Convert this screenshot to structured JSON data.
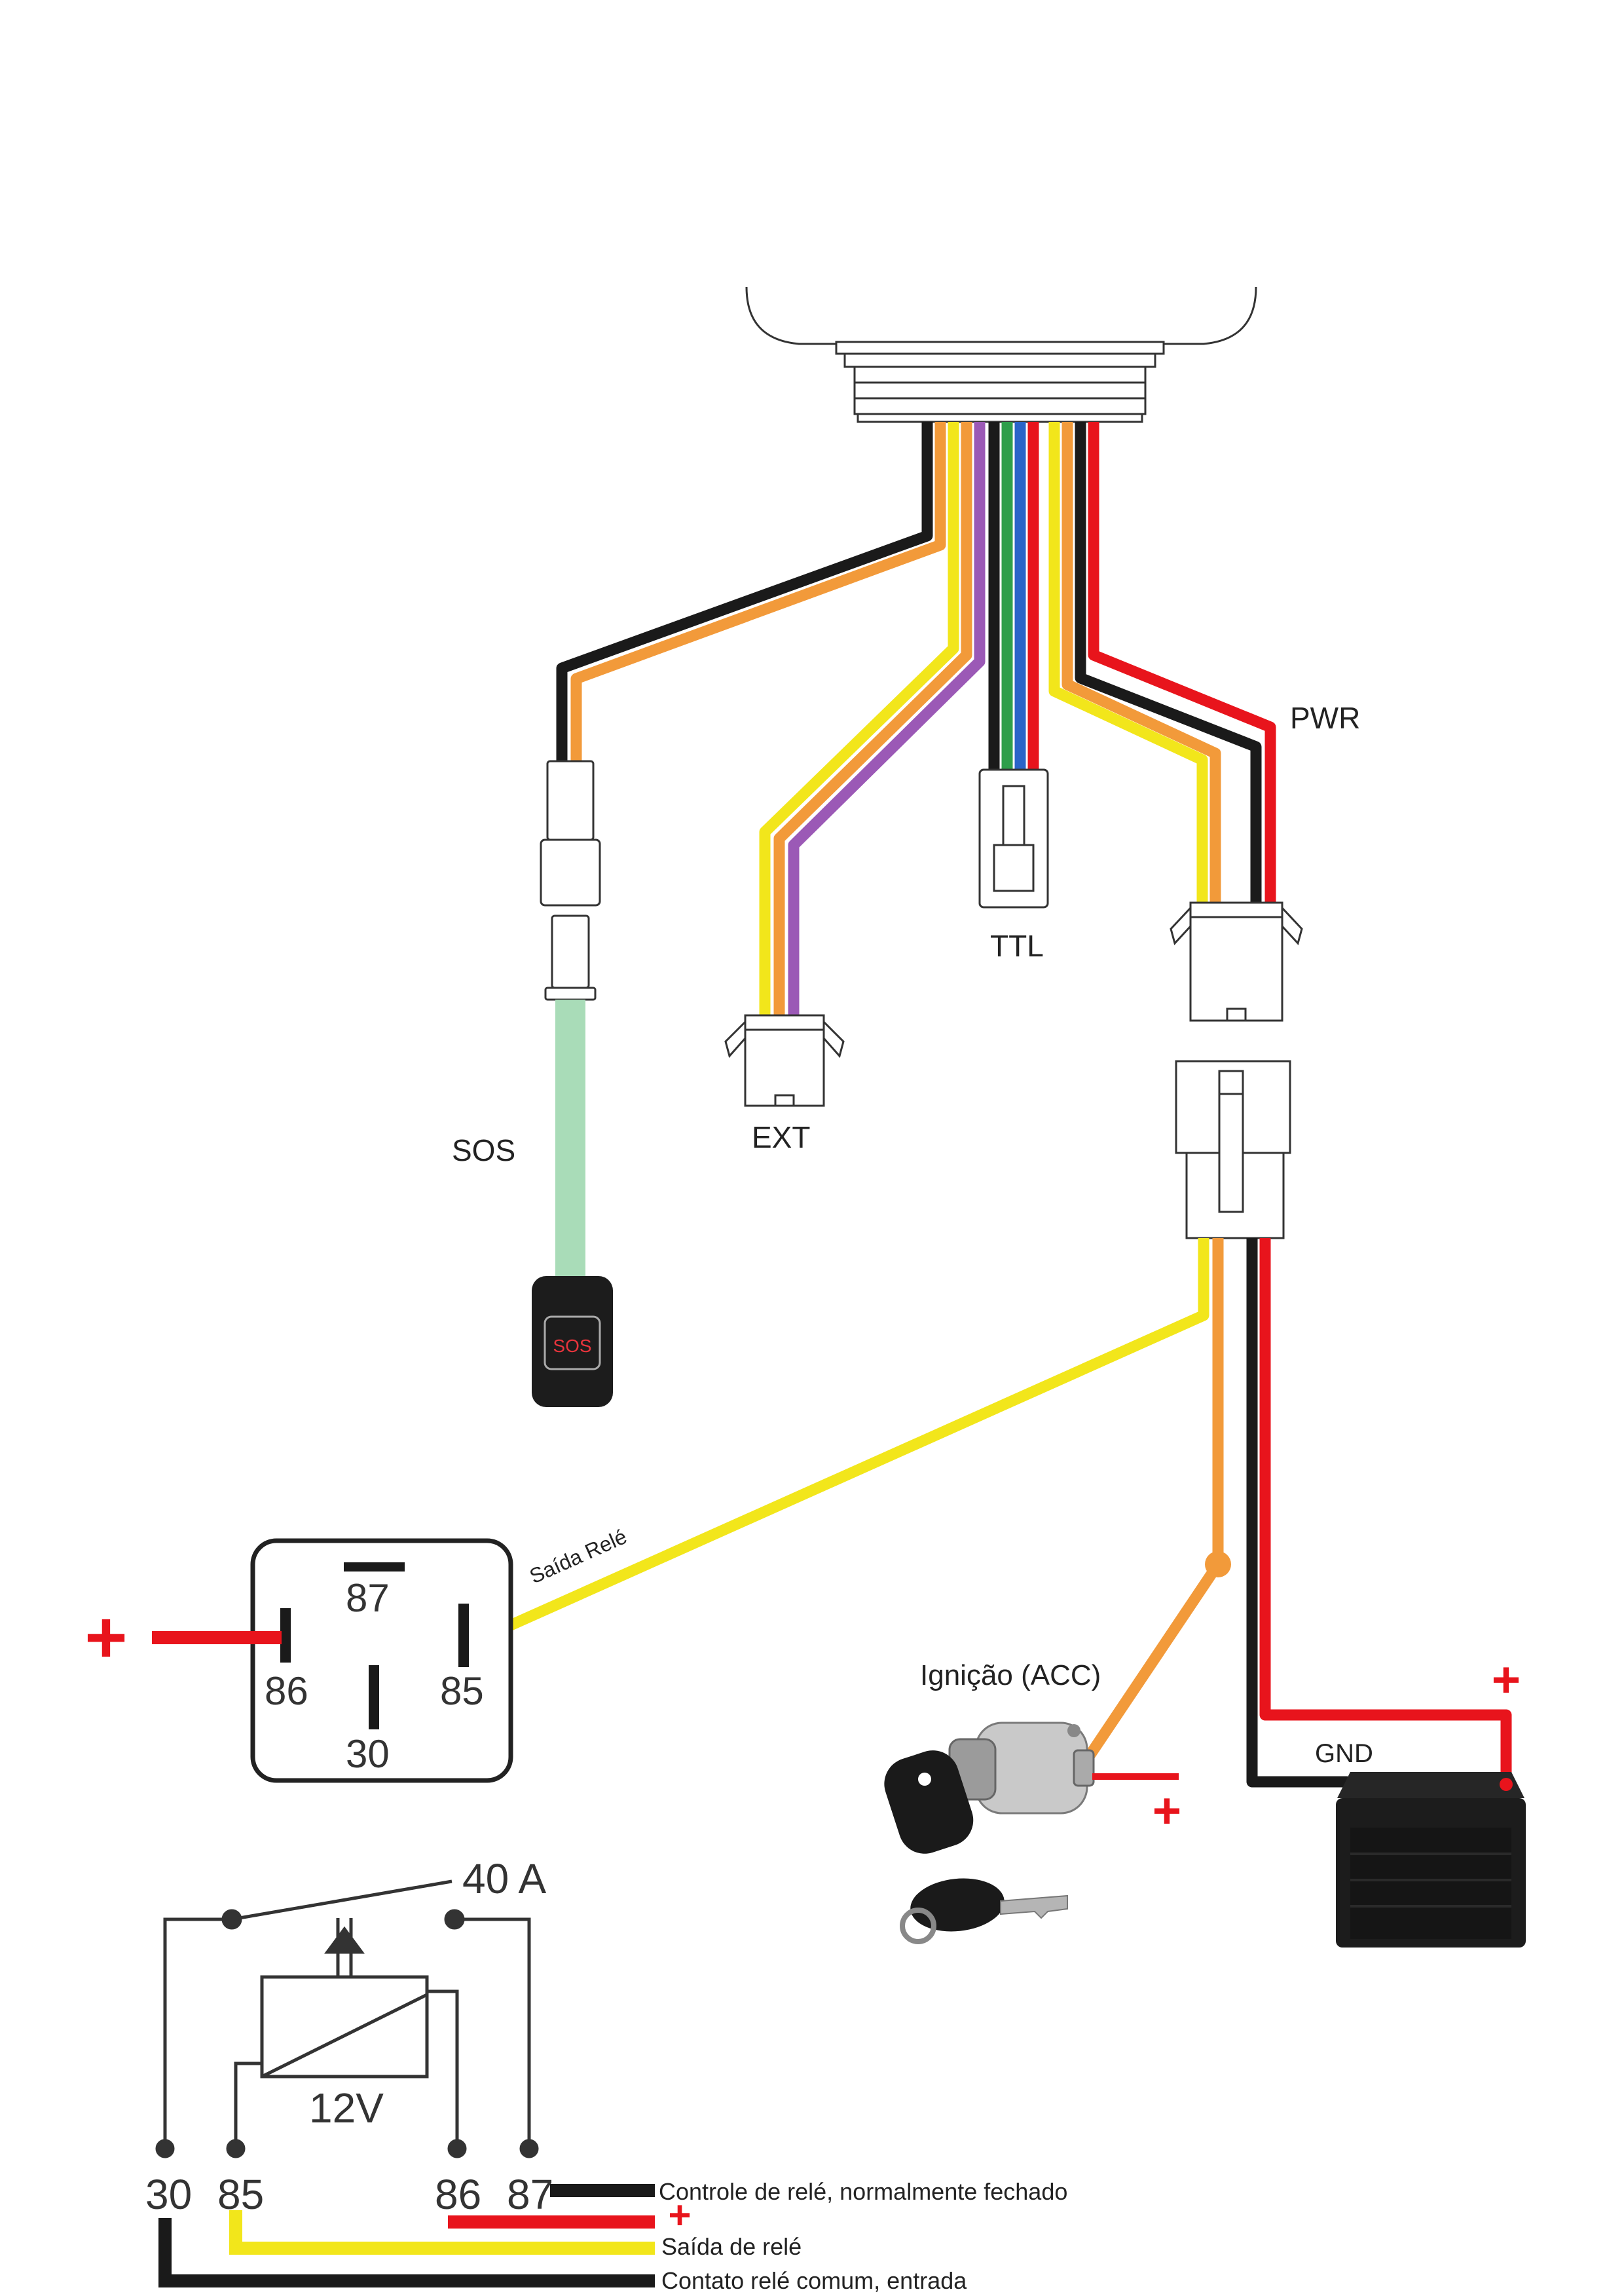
{
  "connectors": {
    "sos": "SOS",
    "ext": "EXT",
    "ttl": "TTL",
    "pwr": "PWR",
    "gnd": "GND"
  },
  "sos_button": {
    "label": "SOS"
  },
  "relay_box": {
    "pins": {
      "p87": "87",
      "p86": "86",
      "p85": "85",
      "p30": "30"
    },
    "output_label": "Saída Relé",
    "plus": "+"
  },
  "ignition": {
    "label": "Ignição (ACC)",
    "plus": "+"
  },
  "battery": {
    "plus": "+"
  },
  "relay_schematic": {
    "rating": "40 A",
    "coil": "12V",
    "pins": {
      "p30": "30",
      "p85": "85",
      "p86": "86",
      "p87": "87"
    },
    "plus": "+",
    "legend": {
      "normally_closed": "Controle de relé, normalmente fechado",
      "output": "Saída de relé",
      "common": "Contato relé comum, entrada"
    }
  },
  "colors": {
    "black": "#1a1a1a",
    "orange": "#f29a3a",
    "yellow": "#f2e61b",
    "purple": "#9b59b6",
    "green": "#2e9e4a",
    "blue": "#2a64c8",
    "red": "#e8141c",
    "sos_wire": "#a9dcb8",
    "sos_text": "#e8343c"
  }
}
